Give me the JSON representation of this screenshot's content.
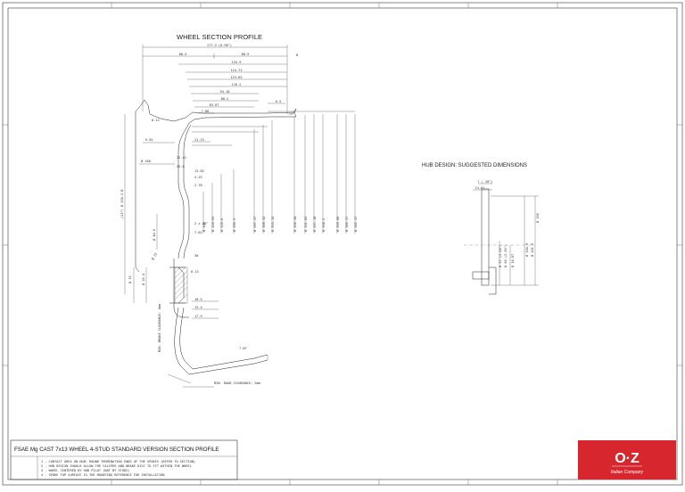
{
  "drawing": {
    "section_title": "WHEEL SECTION PROFILE",
    "hub_title": "HUB DESIGN: SUGGESTED DIMENSIONS",
    "title_block_title": "FSAE Mg CAST 7x13 WHEEL 4-STUD STANDARD VERSION SECTION PROFILE",
    "brand": {
      "logo": "O·Z",
      "tagline": "Italian Company",
      "color": "#d7262e"
    }
  },
  "dims_top": [
    "177.3 (6.98\")",
    "88.5",
    "88.9",
    "134.9",
    "124.73",
    "123.65",
    "116.2",
    "94.18",
    "88.2",
    "83.67",
    "7.88",
    "6.5"
  ],
  "dims_left": [
    "8.12",
    "9.81",
    "22.42",
    "25.6",
    "13.82",
    "4.25",
    "2.78",
    "Ø 160",
    "Ø 44.6",
    "Ø 32",
    "Ø 25.4",
    "Ø 22",
    "11.15",
    "2 x 45°",
    "7.62",
    "30",
    "8.13",
    "10.5",
    "13.4",
    "17.9",
    "7.87"
  ],
  "dims_vertical": [
    "Ø 104",
    "Ø 120.65",
    "Ø 120.6",
    "Ø 190.5",
    "Ø 297.37",
    "Ø 308.32",
    "Ø 325.12",
    "Ø 330.34",
    "Ø 331.85",
    "Ø 337.18",
    "Ø 338.2",
    "Ø 339.88",
    "Ø 340.37",
    "Ø 342.37"
  ],
  "hub_dims": [
    "7 (.28\")",
    "14.61",
    "Ø 57 (2.24\")",
    "Ø 60 (2.36\")",
    "Ø 104.9",
    "Ø 101.6",
    "Ø 150",
    "Ø 14.87"
  ],
  "notes": [
    "1 - CONTACT AREA ON HUB: ROUND TERMINATING ENDS OF THE SPOKES (REFER TO SECTION)",
    "2 - HUB DESIGN SHOULD ALLOW THE CALIPER AND BRAKE DISC TO FIT WITHIN THE WHEEL",
    "3 - WHEEL CENTERED BY HUB PILOT (NOT BY STUDS)",
    "4 - SPOKE TOP SURFACE IS THE MOUNTING REFERENCE FOR INSTALLATION"
  ],
  "side_labels": [
    "MIN. BRAKE CLEARANCE: 4mm",
    "MIN. ROAD CLEARANCE: 5mm"
  ]
}
